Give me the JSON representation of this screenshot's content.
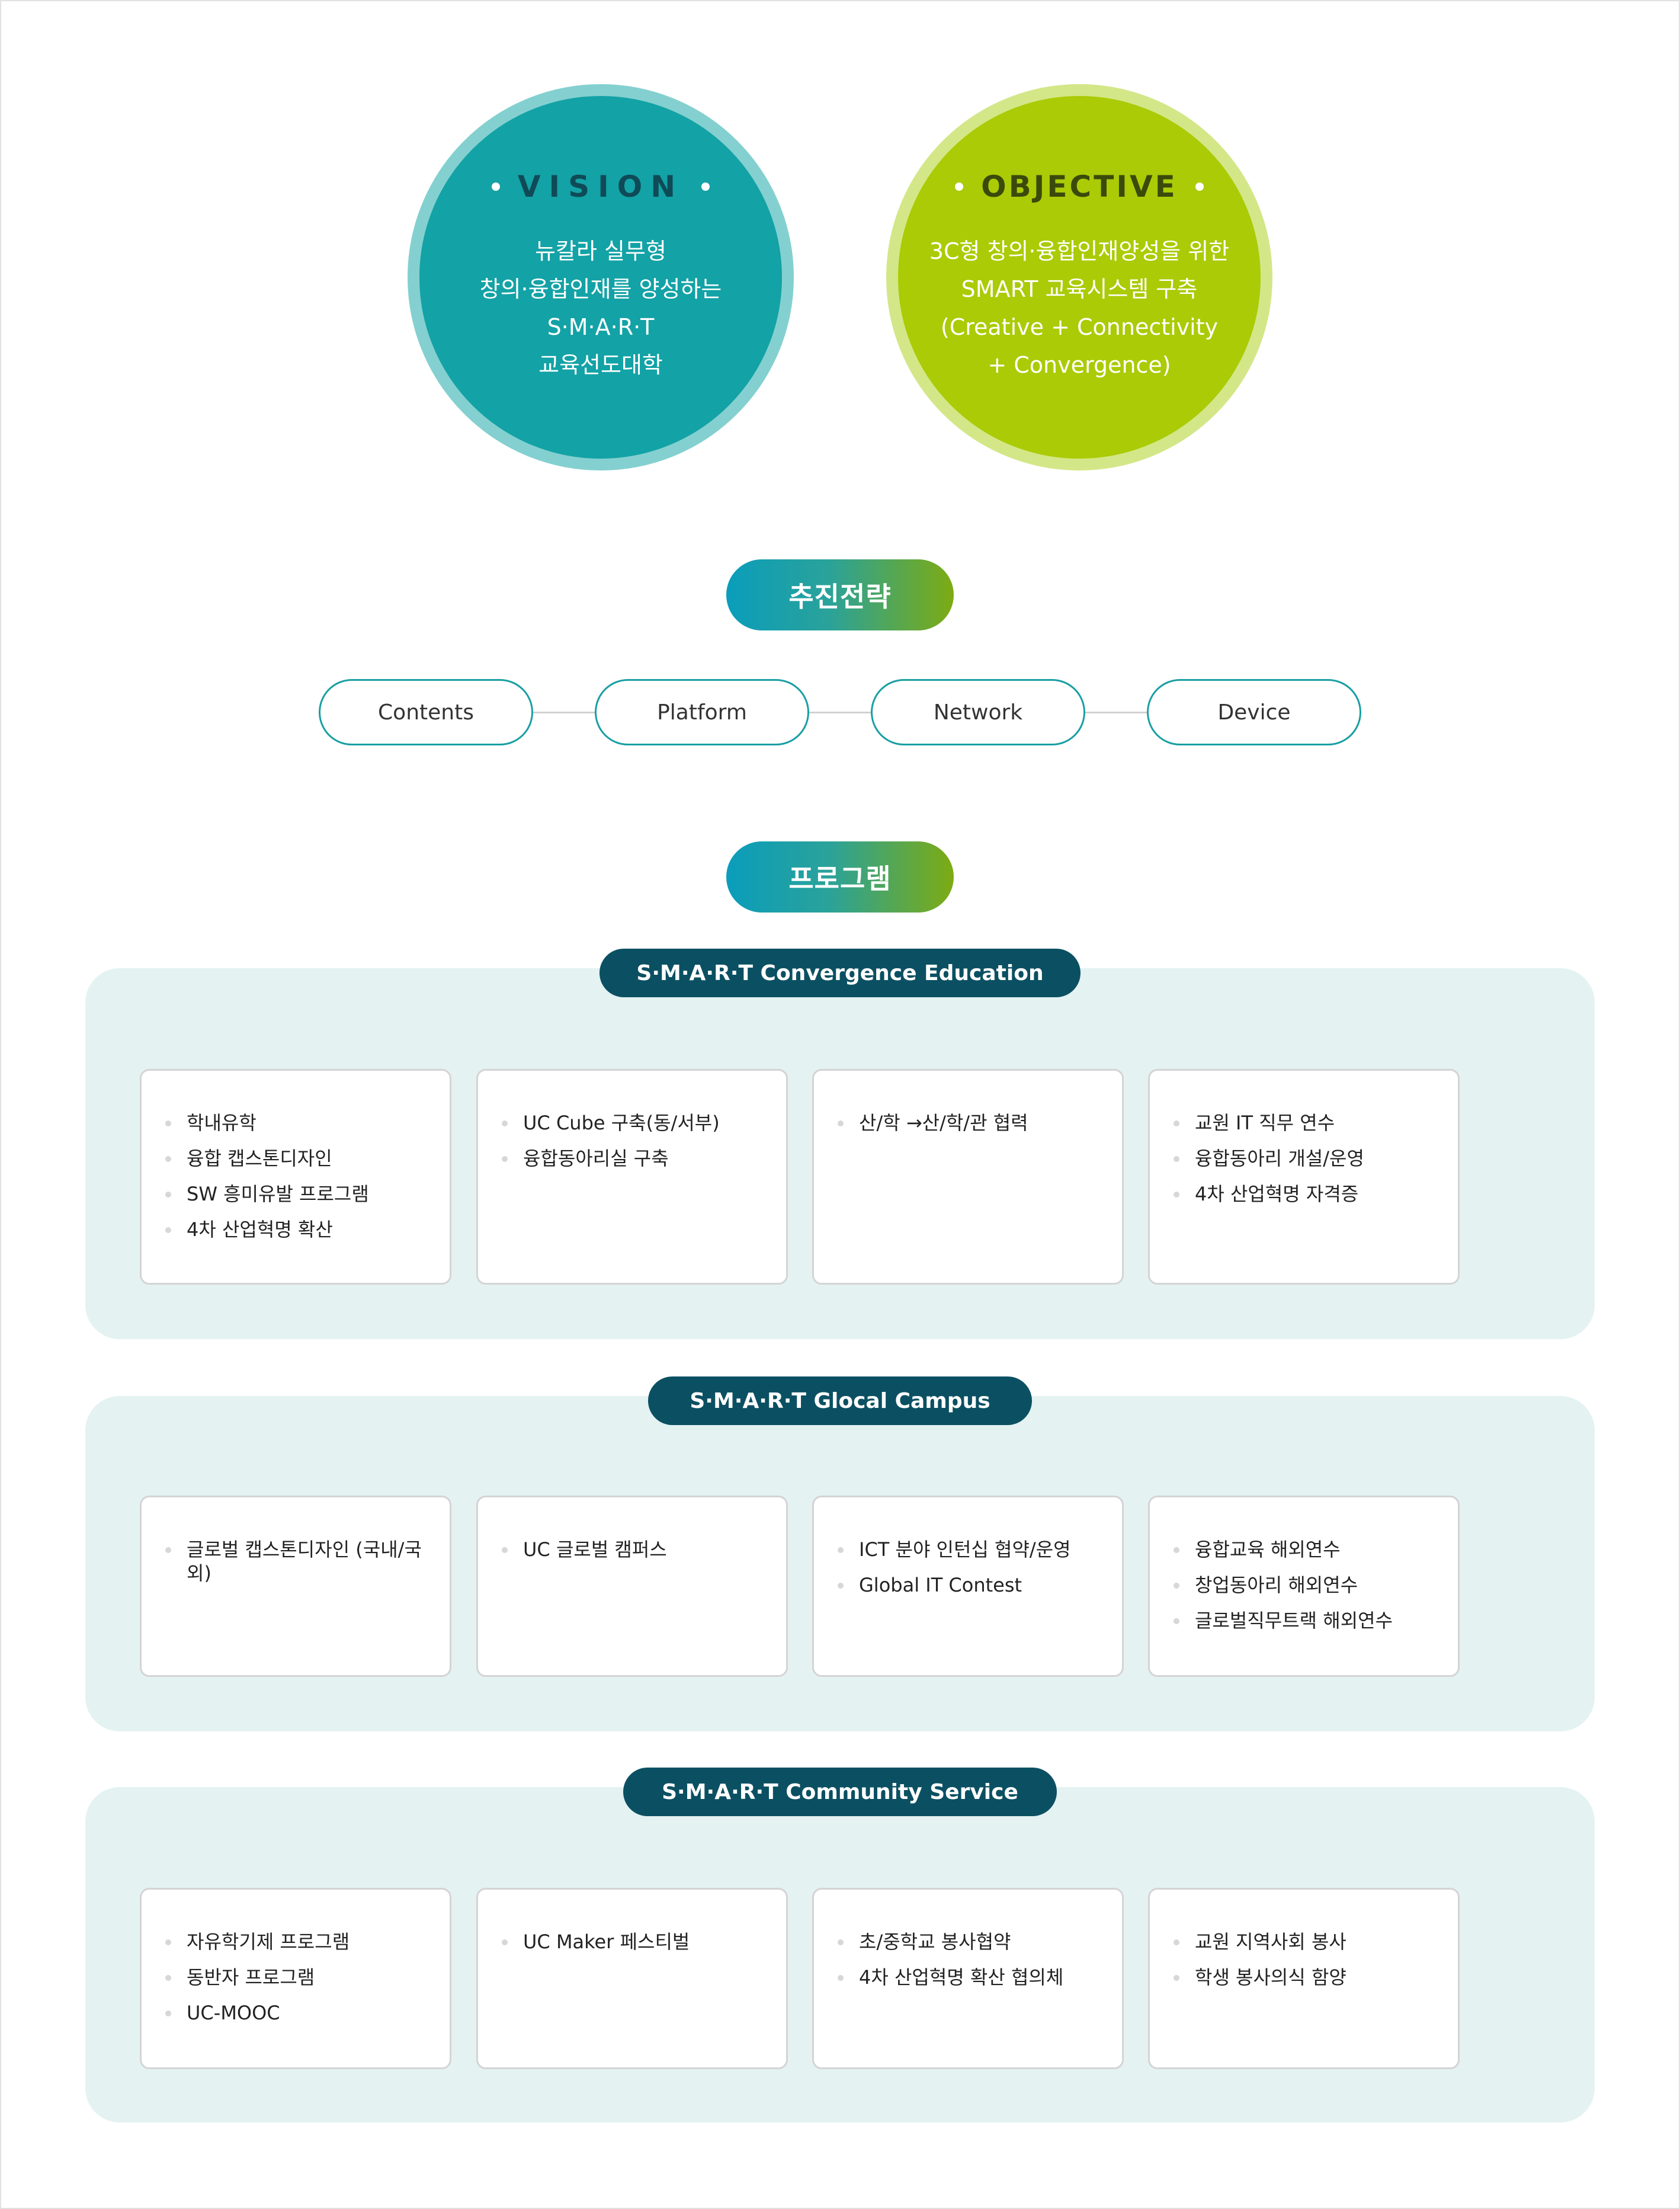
{
  "vision": {
    "title": "VISION",
    "lines": [
      "뉴칼라 실무형",
      "창의·융합인재를 양성하는",
      "S·M·A·R·T",
      "교육선도대학"
    ]
  },
  "objective": {
    "title": "OBJECTIVE",
    "lines": [
      "3C형 창의·융합인재양성을 위한",
      "SMART 교육시스템 구축",
      "(Creative + Connectivity",
      "+ Convergence)"
    ]
  },
  "strategy": {
    "title": "추진전략",
    "items": [
      "Contents",
      "Platform",
      "Network",
      "Device"
    ]
  },
  "program": {
    "title": "프로그램",
    "sections": [
      {
        "label": "S·M·A·R·T Convergence Education",
        "cards": [
          [
            "학내유학",
            "융합 캡스톤디자인",
            "SW 흥미유발 프로그램",
            "4차 산업혁명 확산"
          ],
          [
            "UC Cube 구축(동/서부)",
            "융합동아리실 구축"
          ],
          [
            "산/학 →산/학/관 협력"
          ],
          [
            "교원 IT 직무 연수",
            "융합동아리 개설/운영",
            "4차 산업혁명 자격증"
          ]
        ]
      },
      {
        "label": "S·M·A·R·T Glocal Campus",
        "cards": [
          [
            "글로벌 캡스톤디자인 (국내/국외)"
          ],
          [
            "UC 글로벌 캠퍼스"
          ],
          [
            "ICT 분야 인턴십 협약/운영",
            "Global IT Contest"
          ],
          [
            "융합교육 해외연수",
            "창업동아리 해외연수",
            "글로벌직무트랙 해외연수"
          ]
        ]
      },
      {
        "label": "S·M·A·R·T Community Service",
        "cards": [
          [
            "자유학기제 프로그램",
            "동반자 프로그램",
            "UC-MOOC"
          ],
          [
            "UC Maker 페스티벌"
          ],
          [
            "초/중학교 봉사협약",
            "4차 산업혁명 확산 협의체"
          ],
          [
            "교원 지역사회 봉사",
            "학생 봉사의식 함양"
          ]
        ]
      }
    ]
  },
  "colors": {
    "vision_fill": "#13a2a6",
    "vision_ring": "#84d0d0",
    "objective_fill": "#aacb06",
    "objective_ring": "#d3e788",
    "section_label": "#0b5062",
    "section_bg": "#e4f2f2",
    "strategy_border": "#199fa3"
  }
}
